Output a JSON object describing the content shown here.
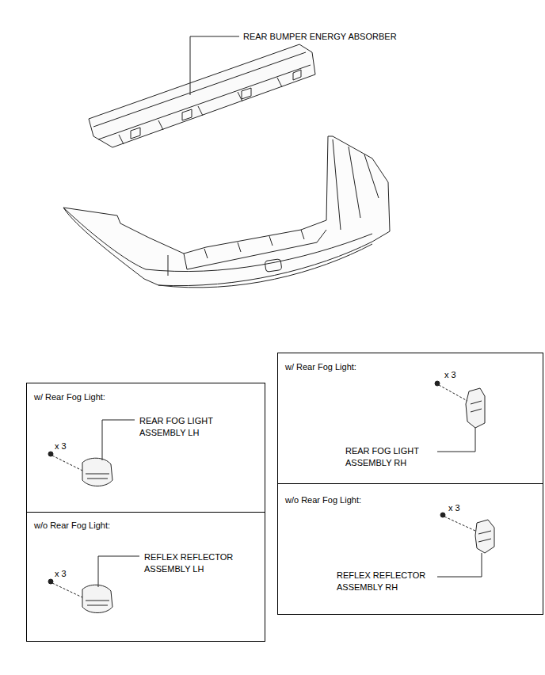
{
  "diagram": {
    "nodes": [
      {
        "text": [
          "w/ Rear Fog Light:",
          "x 3",
          "REAR FOG LIGHT ASSEMBLY LH"
        ]
      },
      {
        "text": [
          "w/o Rear Fog Light:",
          "x 3",
          "REFLEX REFLECTOR ASSEMBLY LH"
        ]
      },
      {
        "text": [
          "w/ Rear Fog Light:",
          "x 3",
          "REAR FOG LIGHT ASSEMBLY RH"
        ]
      },
      {
        "text": [
          "w/o Rear Fog Light:",
          "x 3",
          "REFLEX REFLECTOR ASSEMBLY RH"
        ]
      }
    ],
    "labels": [
      "REAR BUMPER ENERGY ABSORBER"
    ]
  }
}
